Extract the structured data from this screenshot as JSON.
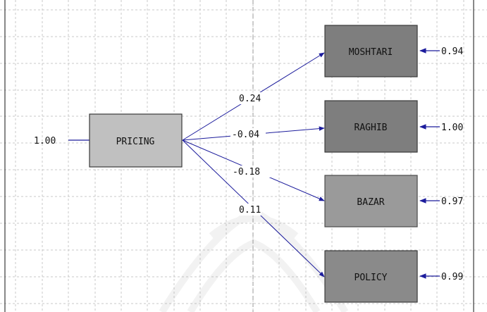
{
  "diagram": {
    "source": {
      "label": "PRICING",
      "variance_label": "1.00"
    },
    "targets": [
      {
        "label": "MOSHTARI",
        "coefficient": "0.24",
        "error": "0.94"
      },
      {
        "label": "RAGHIB",
        "coefficient": "-0.04",
        "error": "1.00"
      },
      {
        "label": "BAZAR",
        "coefficient": "-0.18",
        "error": "0.97"
      },
      {
        "label": "POLICY",
        "coefficient": "0.11",
        "error": "0.99"
      }
    ],
    "colors": {
      "background": "#ffffff",
      "grid": "#c8c8c8",
      "border": "#3a3a3a",
      "source_fill": "#c0c0c0",
      "target_fill": "#7e7e7e",
      "target_fill_faded": "#9a9a9a",
      "arrow": "#1c1c9c"
    }
  }
}
